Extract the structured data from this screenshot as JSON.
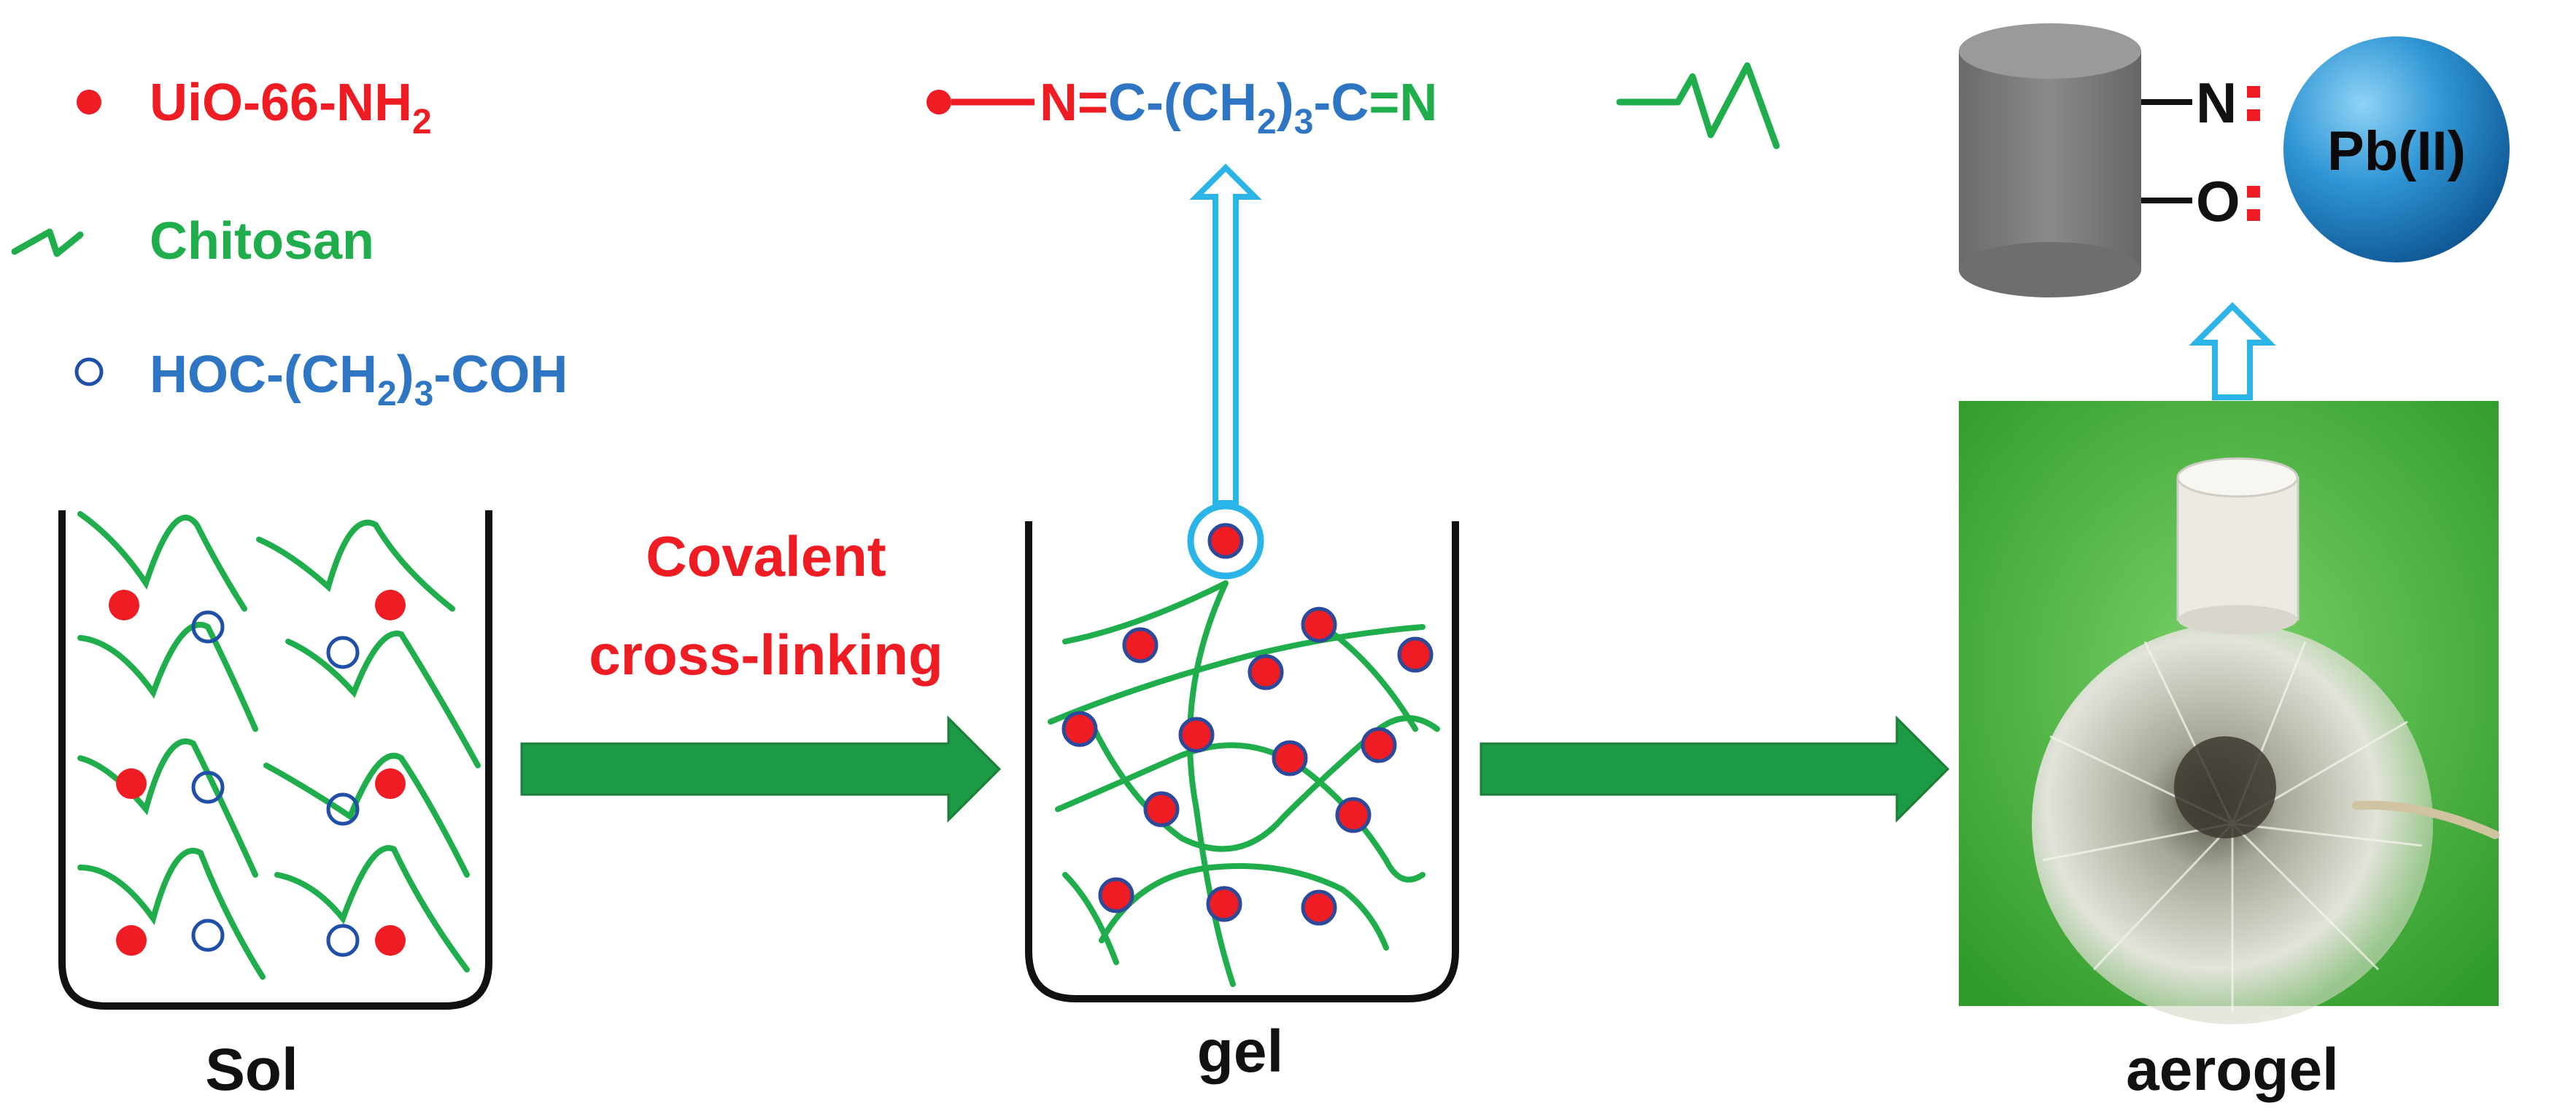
{
  "legend": {
    "uio_label": "UiO-66-NH",
    "uio_sub": "2",
    "chitosan_label": "Chitosan",
    "glut_hoc": "HOC-(CH",
    "glut_sub": "2",
    "glut_mid": ")",
    "glut_sub3": "3",
    "glut_end": "-COH"
  },
  "linkage": {
    "n_eq": "N=",
    "c_part": "C-(CH",
    "sub2": "2",
    "close": ")",
    "sub3": "3",
    "c_end": "-C",
    "eq_n": "=N"
  },
  "process": {
    "crosslink_line1": "Covalent",
    "crosslink_line2": "cross-linking"
  },
  "stages": {
    "sol": "Sol",
    "gel": "gel",
    "aerogel": "aerogel"
  },
  "adsorption": {
    "n": "N",
    "o": "O",
    "metal": "Pb(II)"
  },
  "colors": {
    "red": "#ef1c24",
    "green": "#1fae4b",
    "blue": "#2e75c4",
    "arrow_green": "#1d9a45",
    "cyan": "#2bb4e8"
  }
}
